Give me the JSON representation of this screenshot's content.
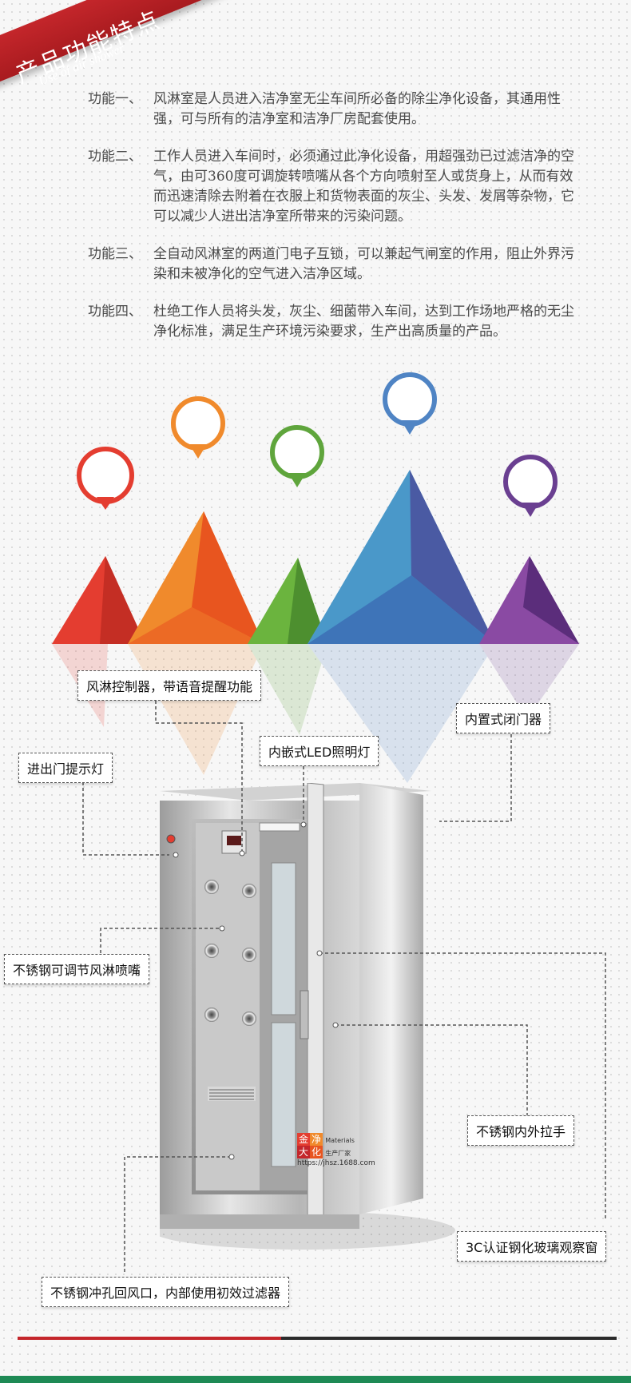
{
  "banner": {
    "title": "产品功能特点",
    "subtitle": "Use of air shower"
  },
  "features": [
    {
      "label": "功能一、",
      "text": "风淋室是人员进入洁净室无尘车间所必备的除尘净化设备，其通用性强，可与所有的洁净室和洁净厂房配套使用。"
    },
    {
      "label": "功能二、",
      "text": "工作人员进入车间时，必须通过此净化设备，用超强劲已过滤洁净的空气，由可360度可调旋转喷嘴从各个方向喷射至人或货身上，从而有效而迅速清除去附着在衣服上和货物表面的灰尘、头发、发屑等杂物，它可以减少人进出洁净室所带来的污染问题。"
    },
    {
      "label": "功能三、",
      "text": "全自动风淋室的两道门电子互锁，可以兼起气闸室的作用，阻止外界污染和未被净化的空气进入洁净区域。"
    },
    {
      "label": "功能四、",
      "text": "杜绝工作人员将头发，灰尘、细菌带入车间，达到工作场地严格的无尘净化标准，满足生产环境污染要求，生产出高质量的产品。"
    }
  ],
  "colors": {
    "red": "#e43d30",
    "orange": "#f08a2c",
    "green": "#5fa53c",
    "blue": "#4f84c4",
    "purple": "#6a3f91",
    "banner": "#c4262b"
  },
  "callouts": {
    "controller": "风淋控制器，带语音提醒功能",
    "closer": "内置式闭门器",
    "led": "内嵌式LED照明灯",
    "indicator": "进出门提示灯",
    "nozzle": "不锈钢可调节风淋喷嘴",
    "handle": "不锈钢内外拉手",
    "window": "3C认证钢化玻璃观察窗",
    "vent": "不锈钢冲孔回风口，内部使用初效过滤器"
  },
  "watermark": {
    "brand_a": "金",
    "brand_b": "净",
    "brand_c": "大",
    "brand_d": "化",
    "line1": "Materials",
    "line2": "生产厂家",
    "url": "https://jhsz.1688.com"
  }
}
